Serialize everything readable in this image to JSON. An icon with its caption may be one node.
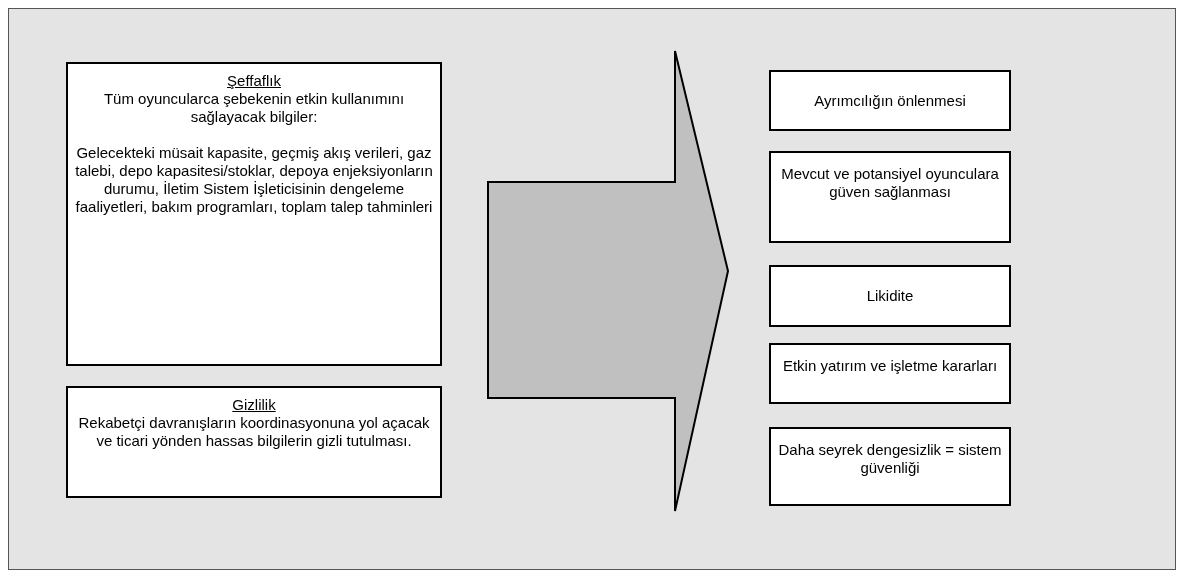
{
  "diagram": {
    "nodes": [
      {
        "text": [
          "Şeffaflık",
          "Tüm oyuncularca şebekenin etkin kullanımını sağlayacak bilgiler:",
          "Gelecekteki müsait kapasite, geçmiş akış verileri, gaz talebi, depo kapasitesi/stoklar, depoya enjeksiyonların durumu, İletim Sistem İşleticisinin dengeleme faaliyetleri, bakım programları, toplam talep tahminleri"
        ]
      },
      {
        "text": [
          "Gizlilik",
          "Rekabetçi davranışların koordinasyonuna yol açacak ve ticari yönden hassas bilgilerin gizli tutulması."
        ]
      },
      {
        "text": [],
        "shape": "arrow"
      },
      {
        "text": [
          "Ayrımcılığın önlenmesi"
        ]
      },
      {
        "text": [
          "Mevcut ve potansiyel oyunculara güven sağlanması"
        ]
      },
      {
        "text": [
          "Likidite"
        ]
      },
      {
        "text": [
          "Etkin yatırım ve işletme kararları"
        ]
      },
      {
        "text": [
          "Daha seyrek dengesizlik = sistem güvenliği"
        ]
      }
    ]
  }
}
